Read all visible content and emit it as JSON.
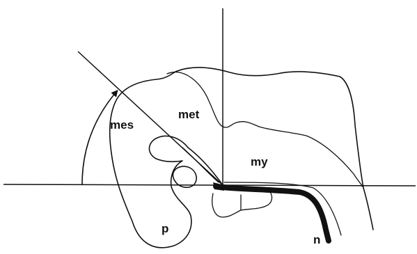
{
  "labels": {
    "mes": "mes",
    "met": "met",
    "my": "my",
    "p": "p",
    "n": "n"
  }
}
